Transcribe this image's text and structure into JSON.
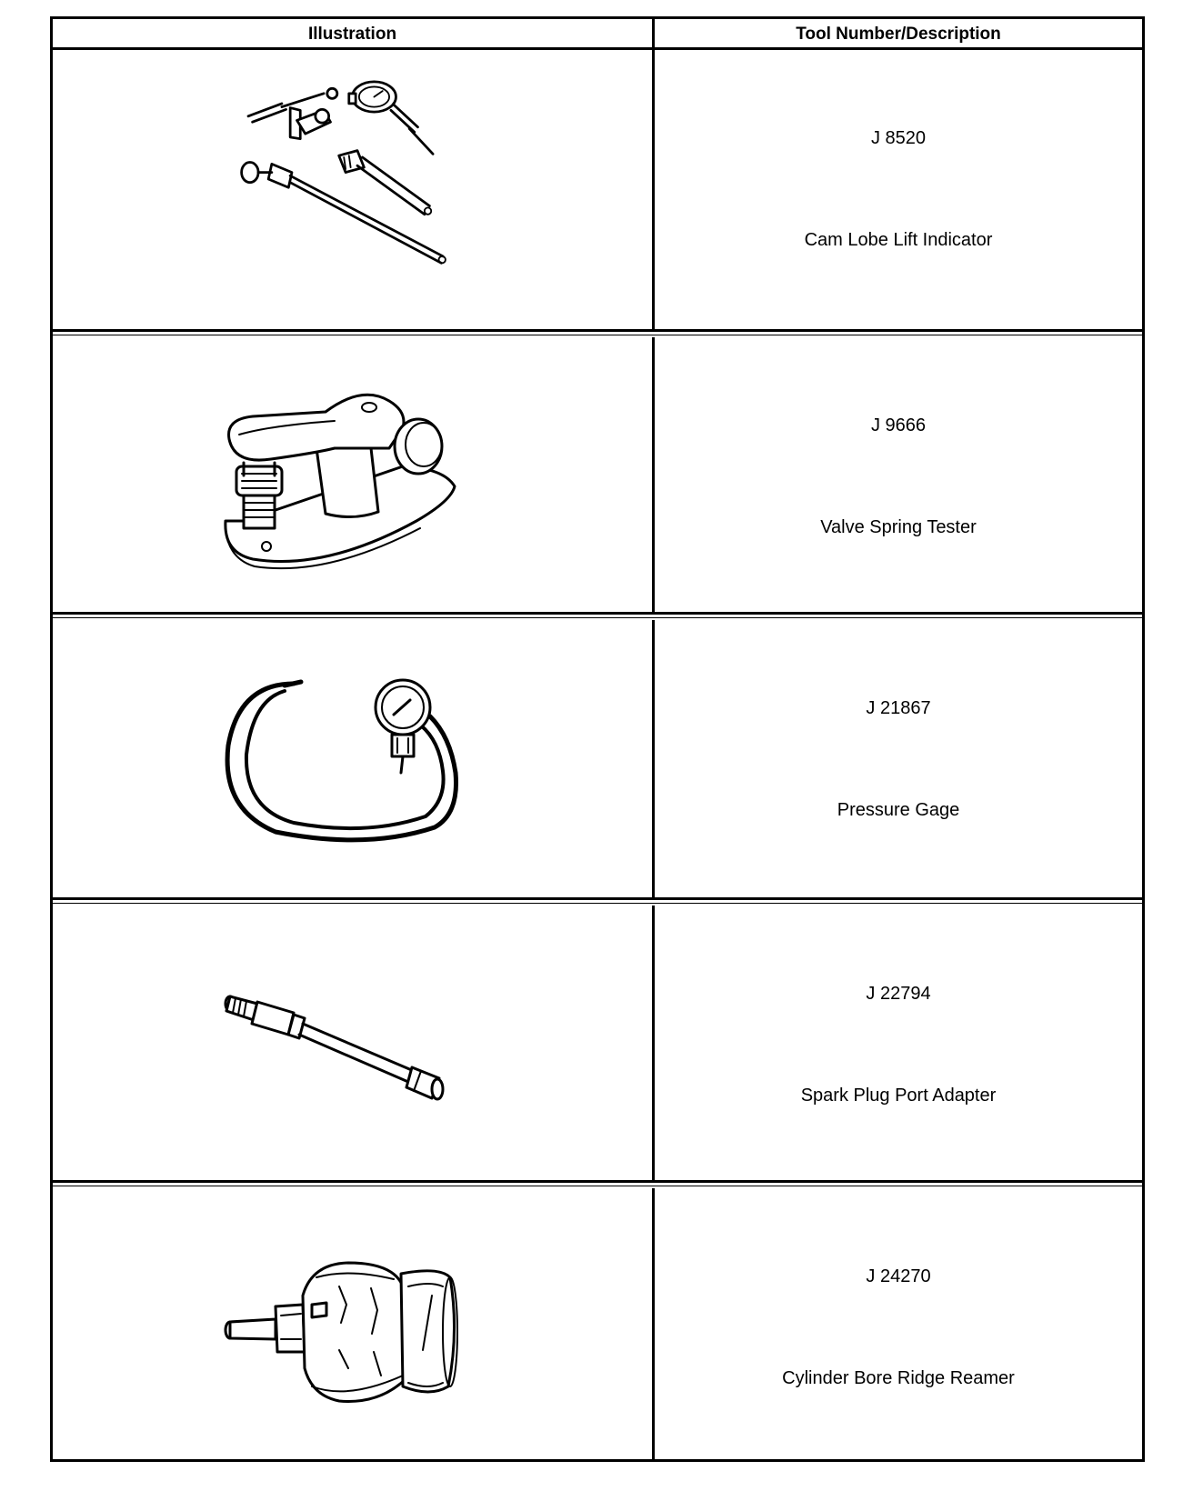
{
  "table": {
    "header_illustration": "Illustration",
    "header_tool": "Tool Number/Description",
    "rows": [
      {
        "tool_number": "J 8520",
        "description": "Cam Lobe Lift Indicator",
        "icon": "cam-lobe-lift-indicator-icon"
      },
      {
        "tool_number": "J 9666",
        "description": "Valve Spring Tester",
        "icon": "valve-spring-tester-icon"
      },
      {
        "tool_number": "J 21867",
        "description": "Pressure Gage",
        "icon": "pressure-gage-icon"
      },
      {
        "tool_number": "J 22794",
        "description": "Spark Plug Port Adapter",
        "icon": "spark-plug-port-adapter-icon"
      },
      {
        "tool_number": "J 24270",
        "description": "Cylinder Bore Ridge Reamer",
        "icon": "cylinder-bore-ridge-reamer-icon"
      }
    ]
  }
}
